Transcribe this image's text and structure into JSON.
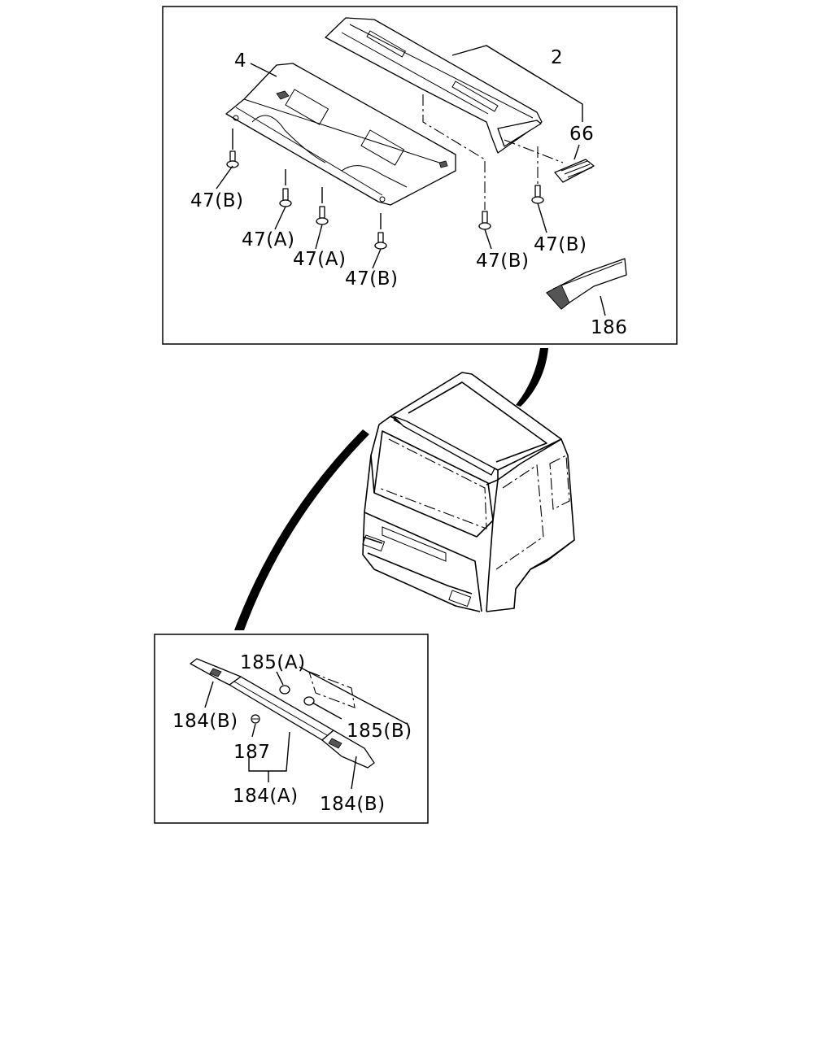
{
  "labels": {
    "l2": "2",
    "l4": "4",
    "l66": "66",
    "l47b_1": "47(B)",
    "l47a_1": "47(A)",
    "l47a_2": "47(A)",
    "l47b_2": "47(B)",
    "l47b_3": "47(B)",
    "l47b_4": "47(B)",
    "l186": "186",
    "l185a": "185(A)",
    "l185b": "185(B)",
    "l184b_1": "184(B)",
    "l187": "187",
    "l184a": "184(A)",
    "l184b_2": "184(B)"
  }
}
